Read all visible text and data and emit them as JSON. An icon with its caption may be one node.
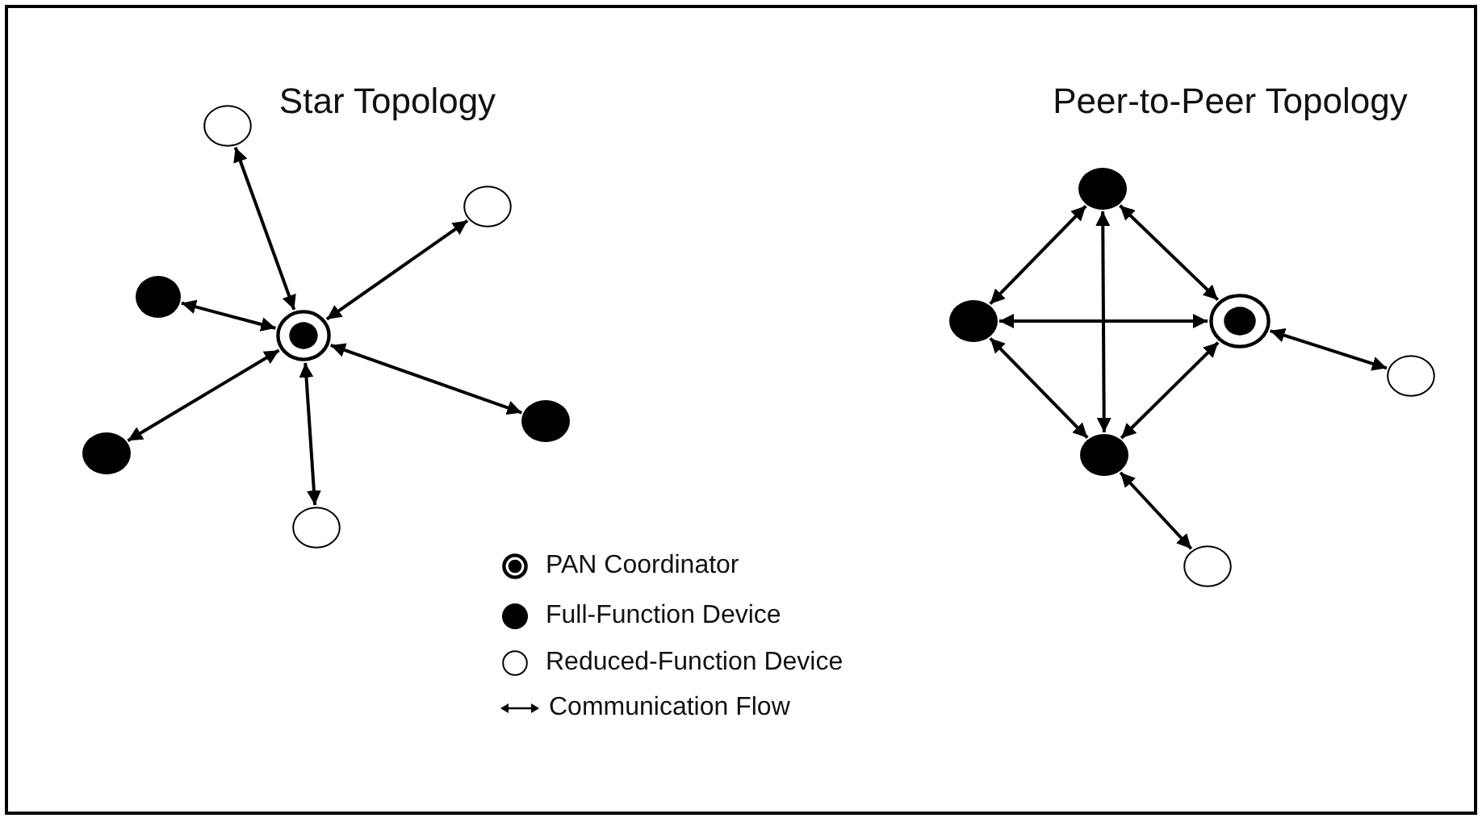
{
  "diagram": {
    "nodes": [
      {
        "text": [],
        "shape": "circle"
      },
      {
        "text": [],
        "shape": "circle"
      },
      {
        "text": [],
        "shape": "circle"
      },
      {
        "text": [],
        "shape": "circle"
      },
      {
        "text": [],
        "shape": "circle"
      },
      {
        "text": [],
        "shape": "circle"
      },
      {
        "text": [],
        "shape": "circle"
      },
      {
        "text": [],
        "shape": "circle"
      },
      {
        "text": [],
        "shape": "circle"
      },
      {
        "text": [],
        "shape": "circle"
      },
      {
        "text": [],
        "shape": "circle"
      },
      {
        "text": [],
        "shape": "circle"
      },
      {
        "text": [],
        "shape": "circle"
      }
    ],
    "edges": [
      {
        "from": 0,
        "to": 1,
        "arrow": "both"
      },
      {
        "from": 0,
        "to": 2,
        "arrow": "both"
      },
      {
        "from": 0,
        "to": 3,
        "arrow": "both"
      },
      {
        "from": 0,
        "to": 4,
        "arrow": "both"
      },
      {
        "from": 0,
        "to": 5,
        "arrow": "both"
      },
      {
        "from": 0,
        "to": 6,
        "arrow": "both"
      },
      {
        "from": 7,
        "to": 8,
        "arrow": "both"
      },
      {
        "from": 7,
        "to": 9,
        "arrow": "both"
      },
      {
        "from": 7,
        "to": 11,
        "arrow": "both"
      },
      {
        "from": 8,
        "to": 9,
        "arrow": "both"
      },
      {
        "from": 8,
        "to": 11,
        "arrow": "both"
      },
      {
        "from": 11,
        "to": 9,
        "arrow": "both"
      },
      {
        "from": 9,
        "to": 10,
        "arrow": "both"
      },
      {
        "from": 11,
        "to": 12,
        "arrow": "both"
      }
    ],
    "labels": [
      "Star Topology",
      "Peer-to-Peer Topology"
    ],
    "legend": [
      {
        "text": "PAN Coordinator"
      },
      {
        "text": "Full-Function Device"
      },
      {
        "text": "Reduced-Function Device"
      },
      {
        "text": "Communication Flow"
      }
    ]
  }
}
